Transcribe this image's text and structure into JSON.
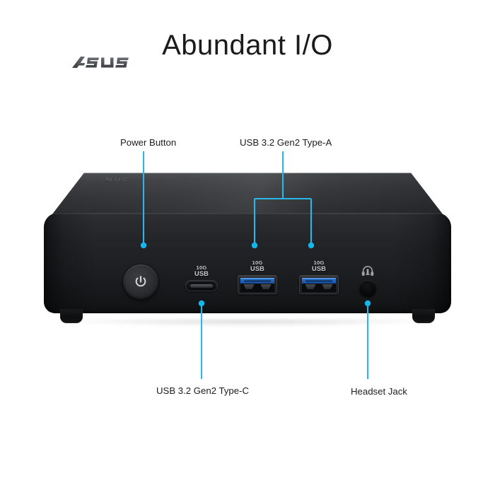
{
  "page": {
    "title": "Abundant I/O",
    "background_color": "#ffffff",
    "accent_color": "#29b6e8"
  },
  "callouts": [
    {
      "id": "power-button",
      "label": "Power Button",
      "target": "power button on front panel"
    },
    {
      "id": "usb-a",
      "label": "USB 3.2 Gen2 Type-A",
      "target": "two USB Type-A ports"
    },
    {
      "id": "usb-c",
      "label": "USB 3.2 Gen2 Type-C",
      "target": "USB Type-C port"
    },
    {
      "id": "headset-jack",
      "label": "Headset Jack",
      "target": "3.5 mm combo audio jack"
    }
  ],
  "device": {
    "lid_mark": "NUC",
    "brand_logo": "ASUS",
    "ports": [
      {
        "id": "usb-c",
        "speed": "10G",
        "standard": "USB",
        "type": "Type-C"
      },
      {
        "id": "usb-a-1",
        "speed": "10G",
        "standard": "USB",
        "type": "Type-A"
      },
      {
        "id": "usb-a-2",
        "speed": "10G",
        "standard": "USB",
        "type": "Type-A"
      }
    ],
    "icons": {
      "power": "power-icon",
      "headset": "headset-icon"
    }
  }
}
